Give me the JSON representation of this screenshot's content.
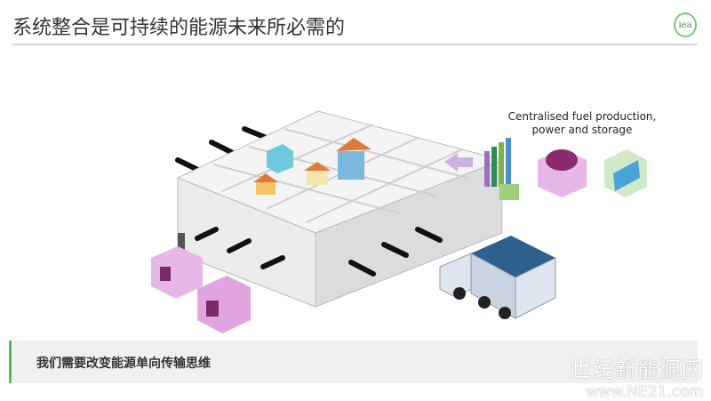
{
  "title": "系统整合是可持续的能源未来所必需的",
  "logo": "iea",
  "caption": {
    "line1": "Centralised fuel production,",
    "line2": "power and storage"
  },
  "banner": "我们需要改变能源单向传输思维",
  "watermark": {
    "name": "世纪新能源网",
    "url": "www.NE21.com"
  },
  "colors": {
    "accent": "#5cb85c",
    "pink": "#d9a3d9",
    "truck": "#2f5f8f"
  }
}
